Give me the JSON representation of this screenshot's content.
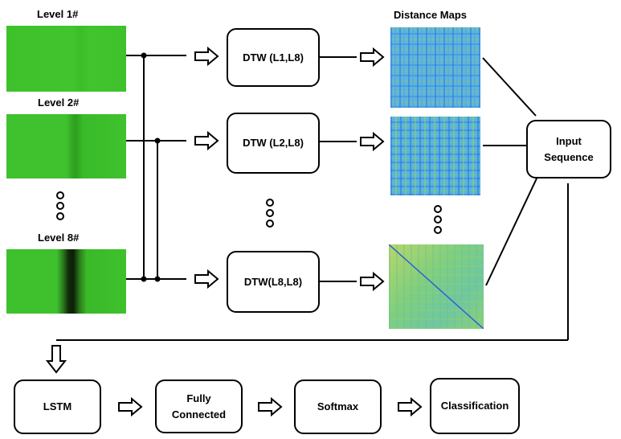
{
  "levels": [
    {
      "label": "Level 1#"
    },
    {
      "label": "Level 2#"
    },
    {
      "label": "Level 8#"
    }
  ],
  "dtw": [
    {
      "label": "DTW (L1,L8)"
    },
    {
      "label": "DTW (L2,L8)"
    },
    {
      "label": "DTW(L8,L8)"
    }
  ],
  "distance_maps": {
    "title": "Distance Maps"
  },
  "input_sequence": {
    "label": "Input Sequence"
  },
  "pipeline": [
    {
      "label": "LSTM"
    },
    {
      "label": "Fully Connected"
    },
    {
      "label": "Softmax"
    },
    {
      "label": "Classification"
    }
  ],
  "colors": {
    "strip_green": "#3fc12b",
    "map_blue": "#4aa8d8",
    "map_green": "#7fd06a",
    "line": "#000000"
  }
}
